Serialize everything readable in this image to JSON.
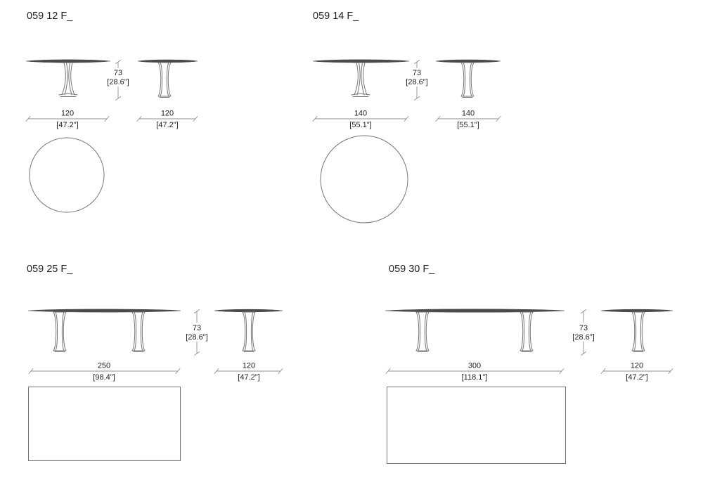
{
  "colors": {
    "bg": "#ffffff",
    "line": "#757575",
    "dimline": "#8f8f8f",
    "text": "#1e1e1e",
    "top": "#4a4a4a"
  },
  "models": [
    {
      "title": "059 12 F_",
      "plan_shape": "round",
      "height": {
        "value": "73",
        "inches": "[28.6\"]"
      },
      "front": {
        "value": "120",
        "inches": "[47.2\"]"
      },
      "side": {
        "value": "120",
        "inches": "[47.2\"]"
      }
    },
    {
      "title": "059 14 F_",
      "plan_shape": "round",
      "height": {
        "value": "73",
        "inches": "[28.6\"]"
      },
      "front": {
        "value": "140",
        "inches": "[55.1\"]"
      },
      "side": {
        "value": "140",
        "inches": "[55.1\"]"
      }
    },
    {
      "title": "059 25 F_",
      "plan_shape": "rectangular",
      "height": {
        "value": "73",
        "inches": "[28.6\"]"
      },
      "front": {
        "value": "250",
        "inches": "[98.4\"]"
      },
      "side": {
        "value": "120",
        "inches": "[47.2\"]"
      }
    },
    {
      "title": "059 30 F_",
      "plan_shape": "rectangular",
      "height": {
        "value": "73",
        "inches": "[28.6\"]"
      },
      "front": {
        "value": "300",
        "inches": "[118.1\"]"
      },
      "side": {
        "value": "120",
        "inches": "[47.2\"]"
      }
    }
  ]
}
